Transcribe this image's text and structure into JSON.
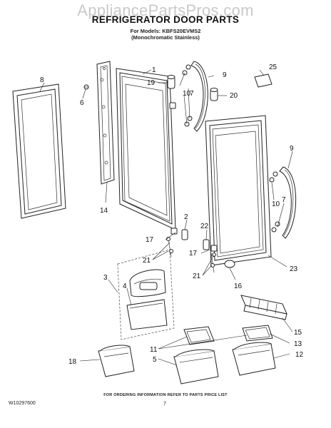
{
  "watermark": "AppliancePartsPros.com",
  "header": {
    "title": "REFRIGERATOR DOOR PARTS",
    "models_line": "For Models: KBFS20EVMS2",
    "variant_line": "(Monochromatic Stainless)"
  },
  "callouts": {
    "c1": "1",
    "c2": "2",
    "c3": "3",
    "c4": "4",
    "c5": "5",
    "c6": "6",
    "c7a": "7",
    "c7b": "7",
    "c8": "8",
    "c9a": "9",
    "c9b": "9",
    "c10a": "10",
    "c10b": "10",
    "c11": "11",
    "c12": "12",
    "c13": "13",
    "c14": "14",
    "c15": "15",
    "c16": "16",
    "c17a": "17",
    "c17b": "17",
    "c18": "18",
    "c19": "19",
    "c20": "20",
    "c21a": "21",
    "c21b": "21",
    "c22": "22",
    "c23": "23",
    "c25": "25"
  },
  "footer": {
    "note": "FOR ORDERING INFORMATION REFER TO PARTS PRICE LIST",
    "doc_number": "W10297600",
    "page_number": "7"
  }
}
